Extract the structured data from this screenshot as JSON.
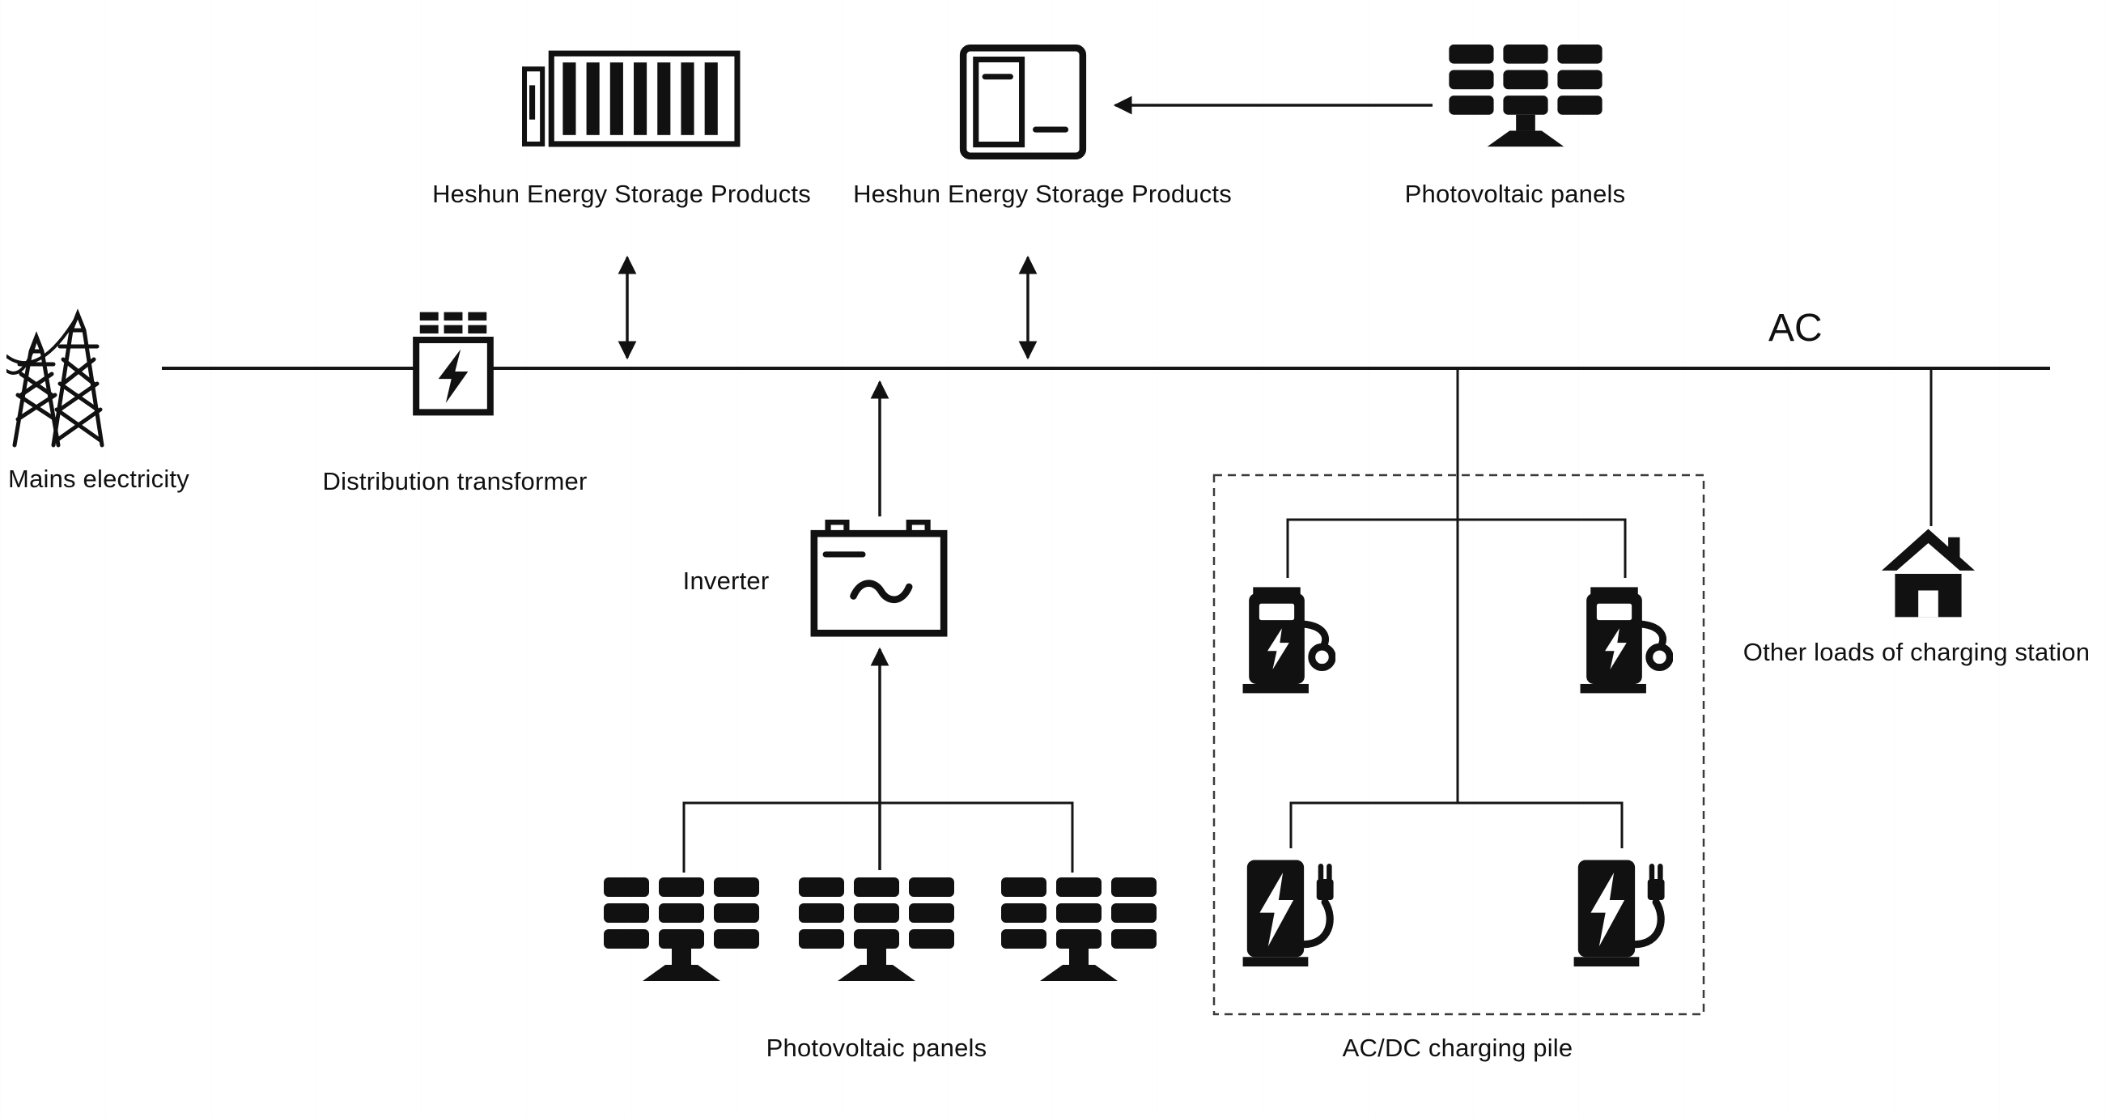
{
  "diagram": {
    "bus": {
      "label": "AC"
    },
    "nodes": {
      "storage_container": {
        "label": "Heshun Energy Storage Products"
      },
      "storage_cabinet": {
        "label": "Heshun Energy Storage Products"
      },
      "pv_top": {
        "label": "Photovoltaic panels"
      },
      "mains": {
        "label": "Mains electricity"
      },
      "transformer": {
        "label": "Distribution transformer"
      },
      "inverter": {
        "label": "Inverter"
      },
      "pv_bottom": {
        "label": "Photovoltaic panels"
      },
      "charging_pile": {
        "label": "AC/DC charging pile"
      },
      "other_loads": {
        "label": "Other loads of charging station"
      }
    },
    "connections": [
      {
        "from": "pv_top",
        "to": "storage_cabinet",
        "type": "arrow"
      },
      {
        "from": "storage_container",
        "to": "ac_bus",
        "type": "bidirectional"
      },
      {
        "from": "storage_cabinet",
        "to": "ac_bus",
        "type": "bidirectional"
      },
      {
        "from": "mains",
        "to": "transformer",
        "type": "line"
      },
      {
        "from": "transformer",
        "to": "ac_bus",
        "type": "line"
      },
      {
        "from": "inverter",
        "to": "ac_bus",
        "type": "arrow"
      },
      {
        "from": "pv_bottom",
        "to": "inverter",
        "type": "arrow"
      },
      {
        "from": "ac_bus",
        "to": "charging_pile",
        "type": "line"
      },
      {
        "from": "ac_bus",
        "to": "other_loads",
        "type": "line"
      }
    ],
    "colors": {
      "ink": "#111111",
      "background": "#ffffff"
    }
  }
}
